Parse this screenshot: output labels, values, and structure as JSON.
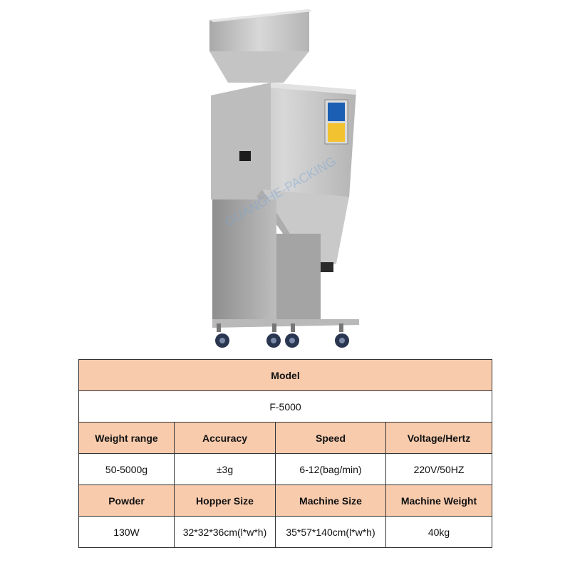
{
  "colors": {
    "header_fill": "#f8cbad",
    "border": "#333333",
    "machine_steel": "#c9c9c9",
    "panel_screen": "#1a5fb4",
    "panel_buttons": "#f2c230",
    "caster_wheel": "#2a3550"
  },
  "watermark": {
    "text": "GUANGHE-PACKING"
  },
  "spec_table": {
    "model_label": "Model",
    "model_value": "F-5000",
    "row1_headers": [
      "Weight range",
      "Accuracy",
      "Speed",
      "Voltage/Hertz"
    ],
    "row1_values": [
      "50-5000g",
      "±3g",
      "6-12(bag/min)",
      "220V/50HZ"
    ],
    "row2_headers": [
      "Powder",
      "Hopper Size",
      "Machine Size",
      "Machine Weight"
    ],
    "row2_values": [
      "130W",
      "32*32*36cm(l*w*h)",
      "35*57*140cm(l*w*h)",
      "40kg"
    ]
  }
}
